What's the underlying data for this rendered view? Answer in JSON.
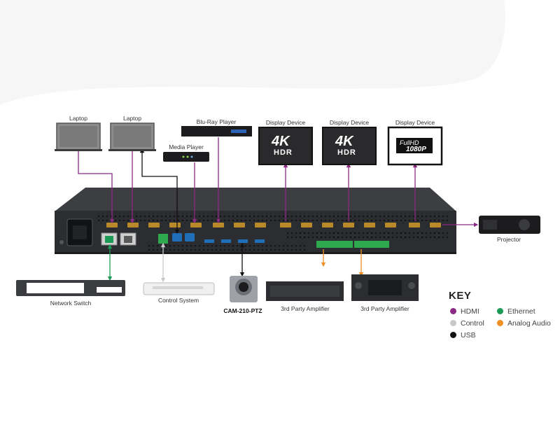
{
  "devices": {
    "laptop_1": "Laptop",
    "laptop_2": "Laptop",
    "blu_ray_player": "Blu-Ray Player",
    "media_player": "Media Player",
    "display_1": "Display Device",
    "display_2": "Display Device",
    "display_3": "Display Device",
    "network_switch": "Network Switch",
    "control_system": "Control System",
    "camera": "CAM-210-PTZ",
    "amplifier_1": "3rd Party Amplifier",
    "amplifier_2": "3rd Party Amplifier",
    "projector": "Projector"
  },
  "screens": {
    "display_1": {
      "top": "4K",
      "bottom": "HDR"
    },
    "display_2": {
      "top": "4K",
      "bottom": "HDR"
    },
    "display_3": {
      "top": "FullHD",
      "bottom": "1080P"
    }
  },
  "key": {
    "title": "KEY",
    "items": [
      {
        "label": "HDMI",
        "color": "#8b2a84"
      },
      {
        "label": "Ethernet",
        "color": "#1c9a56"
      },
      {
        "label": "Control",
        "color": "#c8c8c8"
      },
      {
        "label": "Analog Audio",
        "color": "#ef8f24"
      },
      {
        "label": "USB",
        "color": "#111111"
      }
    ]
  },
  "colors": {
    "hdmi": "#8b2a84",
    "ethernet": "#1c9a56",
    "control": "#c8c8c8",
    "usb": "#111111",
    "analog_audio": "#ef8f24",
    "chassis": "#2c2d30"
  }
}
